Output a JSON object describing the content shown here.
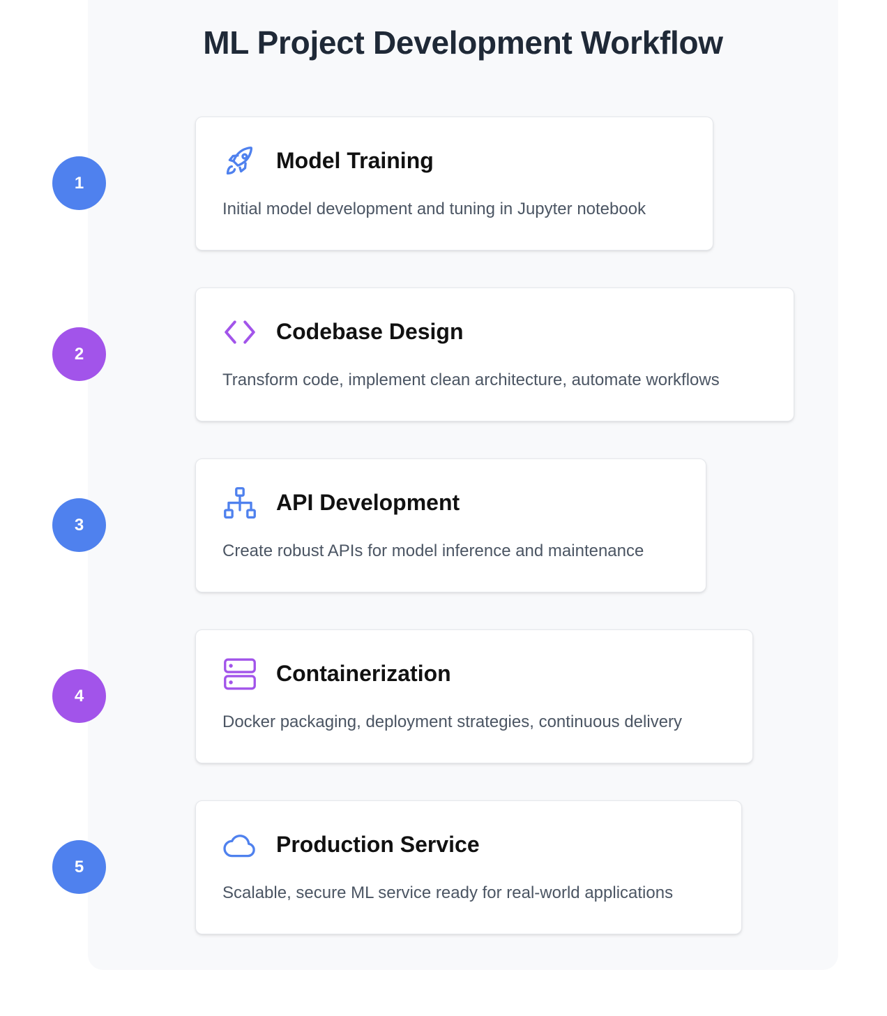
{
  "title": "ML Project Development Workflow",
  "colors": {
    "blue": "#4f81ee",
    "purple": "#a254ea"
  },
  "steps": [
    {
      "number": "1",
      "color": "blue",
      "icon": "rocket-icon",
      "title": "Model Training",
      "description": "Initial model development and tuning in Jupyter notebook"
    },
    {
      "number": "2",
      "color": "purple",
      "icon": "code-icon",
      "title": "Codebase Design",
      "description": "Transform code, implement clean architecture, automate workflows"
    },
    {
      "number": "3",
      "color": "blue",
      "icon": "network-icon",
      "title": "API Development",
      "description": "Create robust APIs for model inference and maintenance"
    },
    {
      "number": "4",
      "color": "purple",
      "icon": "server-icon",
      "title": "Containerization",
      "description": "Docker packaging, deployment strategies, continuous delivery"
    },
    {
      "number": "5",
      "color": "blue",
      "icon": "cloud-icon",
      "title": "Production Service",
      "description": "Scalable, secure ML service ready for real-world applications"
    }
  ]
}
